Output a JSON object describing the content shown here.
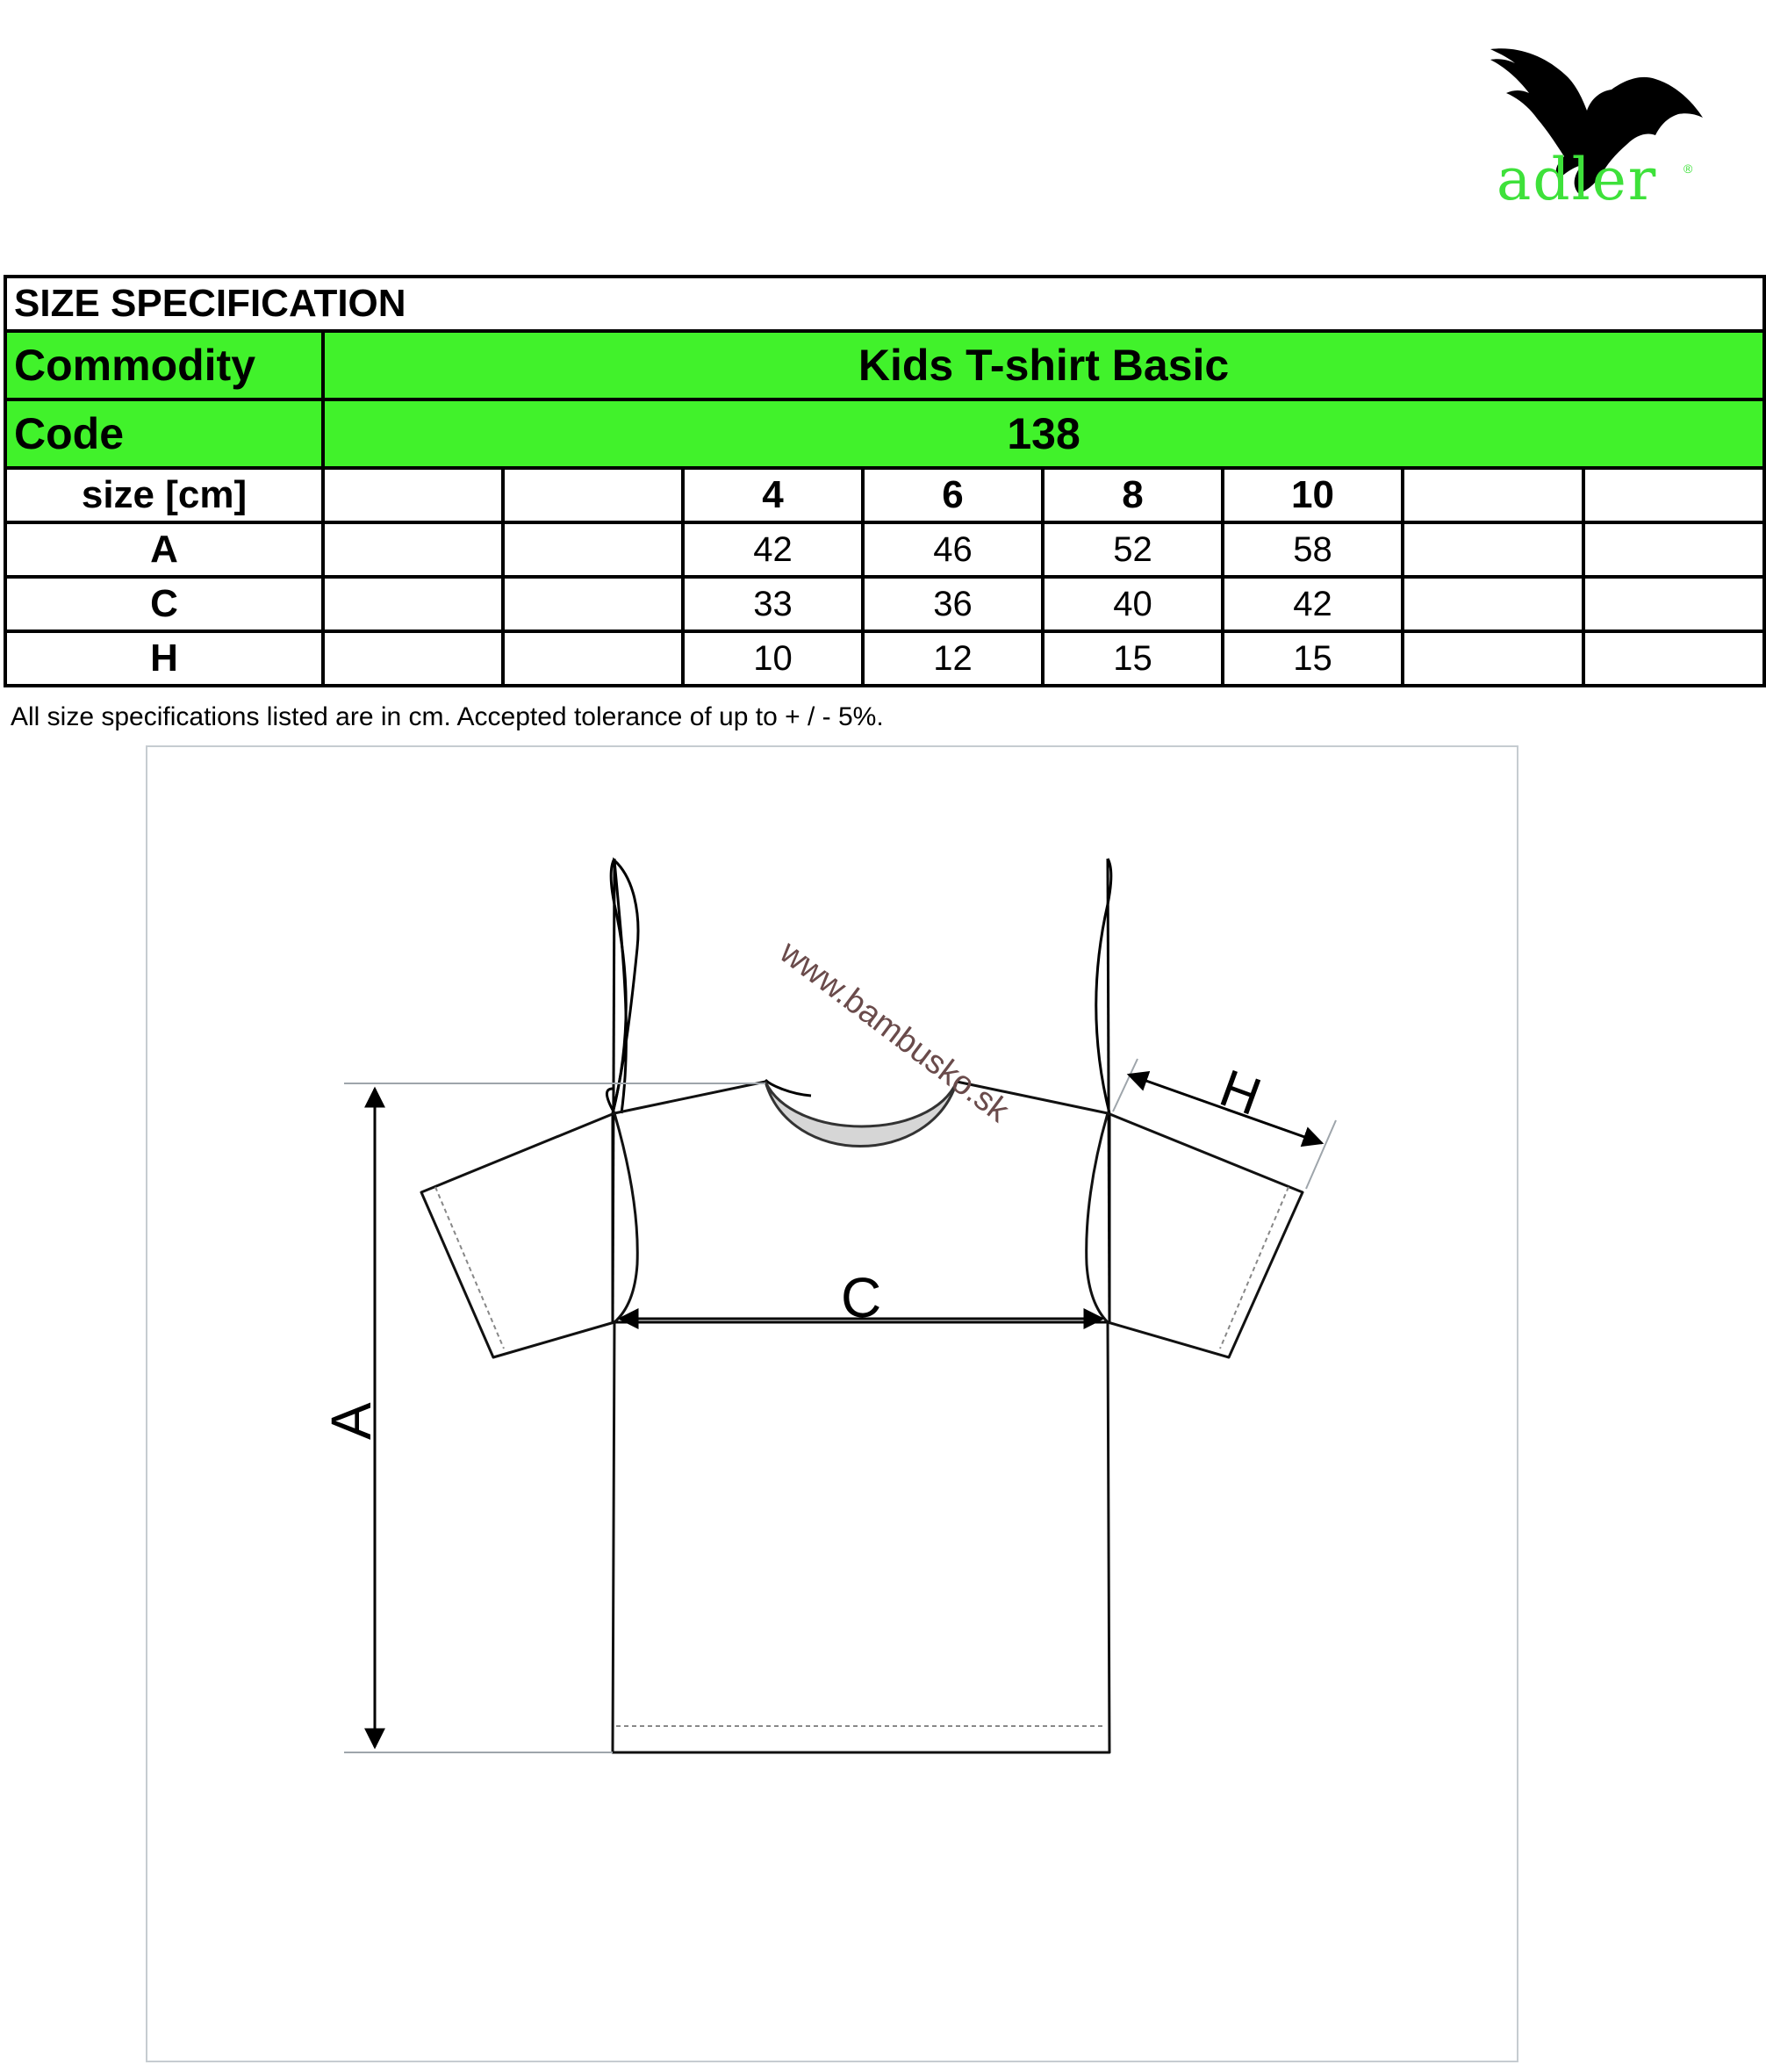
{
  "brand": {
    "name": "adler",
    "registered_mark": "®"
  },
  "table": {
    "title": "SIZE SPECIFICATION",
    "commodity_label": "Commodity",
    "commodity_value": "Kids T-shirt Basic",
    "code_label": "Code",
    "code_value": "138",
    "size_label": "size [cm]",
    "sizes": [
      "",
      "",
      "4",
      "6",
      "8",
      "10",
      "",
      ""
    ],
    "rows": [
      {
        "label": "A",
        "values": [
          "",
          "",
          "42",
          "46",
          "52",
          "58",
          "",
          ""
        ]
      },
      {
        "label": "C",
        "values": [
          "",
          "",
          "33",
          "36",
          "40",
          "42",
          "",
          ""
        ]
      },
      {
        "label": "H",
        "values": [
          "",
          "",
          "10",
          "12",
          "15",
          "15",
          "",
          ""
        ]
      }
    ]
  },
  "note": "All size specifications listed are in cm. Accepted tolerance of up to + / - 5%.",
  "diagram": {
    "label_a": "A",
    "label_c": "C",
    "label_h": "H",
    "watermark": "www.bambusko.sk"
  },
  "colors": {
    "header_green": "#41f22b",
    "logo_green": "#3ee13a"
  }
}
